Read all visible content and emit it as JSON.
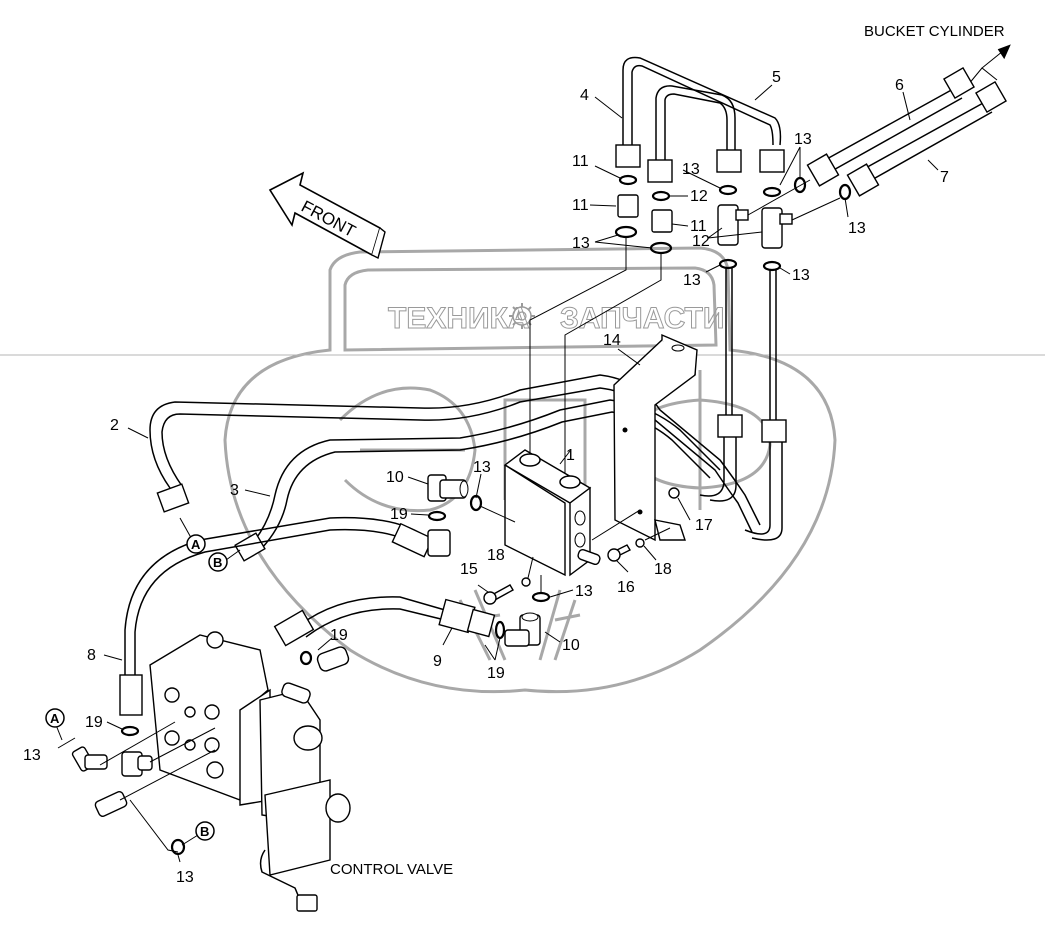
{
  "diagram": {
    "title": "Bucket cylinder hydraulic lines — exploded parts view",
    "direction_marker": {
      "label": "FRONT"
    },
    "captions": {
      "bucket_cylinder": "BUCKET CYLINDER",
      "control_valve": "CONTROL VALVE"
    },
    "watermark": {
      "left_word": "ТЕХНИКА",
      "right_word": "ЗАПЧАСТИ",
      "emblem": "ЭПФ",
      "icon": "gear-icon"
    },
    "reference_markers": {
      "a": "A",
      "b": "B"
    },
    "callouts": [
      {
        "id": "c1",
        "label": "1",
        "part": "valve block"
      },
      {
        "id": "c2",
        "label": "2",
        "part": "pipe"
      },
      {
        "id": "c3",
        "label": "3",
        "part": "pipe"
      },
      {
        "id": "c4",
        "label": "4",
        "part": "pipe"
      },
      {
        "id": "c5",
        "label": "5",
        "part": "pipe"
      },
      {
        "id": "c6",
        "label": "6",
        "part": "hose"
      },
      {
        "id": "c7",
        "label": "7",
        "part": "hose"
      },
      {
        "id": "c8",
        "label": "8",
        "part": "hose"
      },
      {
        "id": "c9",
        "label": "9",
        "part": "hose"
      },
      {
        "id": "c10a",
        "label": "10",
        "part": "elbow"
      },
      {
        "id": "c10b",
        "label": "10",
        "part": "elbow"
      },
      {
        "id": "c11a",
        "label": "11",
        "part": "adapter"
      },
      {
        "id": "c11b",
        "label": "11",
        "part": "adapter"
      },
      {
        "id": "c12",
        "label": "12",
        "part": "tee"
      },
      {
        "id": "c13a",
        "label": "13",
        "part": "o-ring"
      },
      {
        "id": "c13b",
        "label": "13",
        "part": "o-ring"
      },
      {
        "id": "c13c",
        "label": "13",
        "part": "o-ring"
      },
      {
        "id": "c13d",
        "label": "13",
        "part": "o-ring"
      },
      {
        "id": "c13e",
        "label": "13",
        "part": "o-ring"
      },
      {
        "id": "c13f",
        "label": "13",
        "part": "o-ring"
      },
      {
        "id": "c13g",
        "label": "13",
        "part": "o-ring"
      },
      {
        "id": "c13h",
        "label": "13",
        "part": "o-ring"
      },
      {
        "id": "c13i",
        "label": "13",
        "part": "o-ring"
      },
      {
        "id": "c13j",
        "label": "13",
        "part": "o-ring"
      },
      {
        "id": "c13k",
        "label": "13",
        "part": "o-ring"
      },
      {
        "id": "c13l",
        "label": "13",
        "part": "o-ring"
      },
      {
        "id": "c13m",
        "label": "13",
        "part": "o-ring"
      },
      {
        "id": "c14",
        "label": "14",
        "part": "bracket"
      },
      {
        "id": "c15",
        "label": "15",
        "part": "bolt"
      },
      {
        "id": "c16",
        "label": "16",
        "part": "bolt"
      },
      {
        "id": "c17",
        "label": "17",
        "part": "nut"
      },
      {
        "id": "c18a",
        "label": "18",
        "part": "washer"
      },
      {
        "id": "c18b",
        "label": "18",
        "part": "washer"
      },
      {
        "id": "c19a",
        "label": "19",
        "part": "o-ring"
      },
      {
        "id": "c19b",
        "label": "19",
        "part": "o-ring"
      },
      {
        "id": "c19c",
        "label": "19",
        "part": "o-ring"
      },
      {
        "id": "c19d",
        "label": "19",
        "part": "o-ring"
      }
    ]
  }
}
